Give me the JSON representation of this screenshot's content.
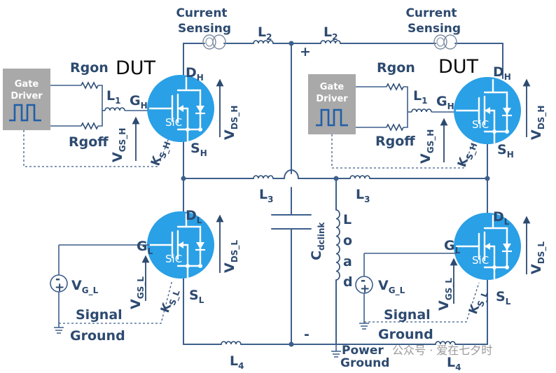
{
  "labels": {
    "current_sensing_left_1": "Current",
    "current_sensing_left_2": "Sensing",
    "current_sensing_right_1": "Current",
    "current_sensing_right_2": "Sensing",
    "l2_left": "L",
    "l2_left_sub": "2",
    "l2_right": "L",
    "l2_right_sub": "2",
    "plus": "+",
    "minus": "-",
    "dut_left": "DUT",
    "dut_right": "DUT",
    "gate_driver_1": "Gate",
    "gate_driver_2": "Driver",
    "rgon": "Rgon",
    "rgoff": "Rgoff",
    "l1": "L",
    "l1_sub": "1",
    "g": "G",
    "sub_h": "H",
    "sub_l": "L",
    "d": "D",
    "s": "S",
    "vds_h": "V",
    "vds_h_sub": "DS_H",
    "vds_l": "V",
    "vds_l_sub": "DS_L",
    "vgs_h": "V",
    "vgs_h_sub": "GS_H",
    "vgs_l": "V",
    "vgs_l_sub": "GS_L",
    "ks_h": "K",
    "ks_h_sub": "S_H",
    "ks_l": "K",
    "ks_l_sub": "S_L",
    "sic": "SiC",
    "l3_left": "L",
    "l3_left_sub": "3",
    "l3_right": "L",
    "l3_right_sub": "3",
    "cdclink": "C",
    "cdclink_sub": "dclink",
    "load": [
      "L",
      "o",
      "a",
      "d"
    ],
    "vg_l": "V",
    "vg_l_sub": "G_L",
    "signal_ground_1": "Signal",
    "signal_ground_2": "Ground",
    "l4_left": "L",
    "l4_left_sub": "4",
    "l4_right": "L",
    "l4_right_sub": "4",
    "power_ground_1": "Power",
    "power_ground_2": "Ground",
    "src_minus": "-",
    "src_plus": "+",
    "watermark": "公众号 · 爱在七夕时"
  },
  "colors": {
    "wire": "#3d5f8c",
    "label": "#2d4a70",
    "mosfet_fill": "#2aa0e6",
    "driver_fill": "#a9a9a9"
  }
}
